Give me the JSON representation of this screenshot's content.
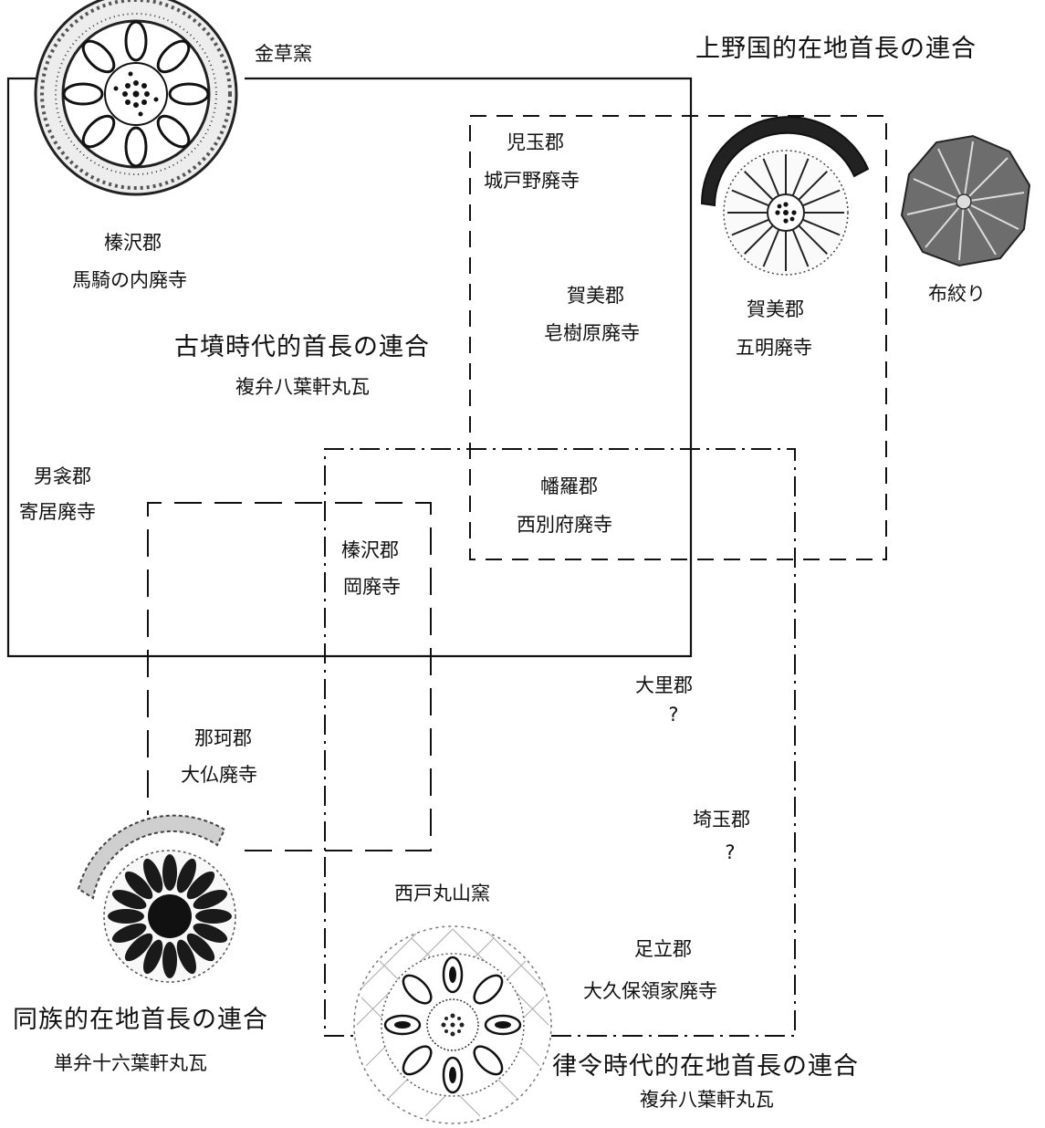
{
  "groups": {
    "kofun": {
      "title": "古墳時代的首長の連合",
      "subtitle": "複弁八葉軒丸瓦",
      "kiln": "金草窯"
    },
    "kozuke": {
      "title": "上野国的在地首長の連合",
      "tile_note": "布絞り"
    },
    "dozoku": {
      "title": "同族的在地首長の連合",
      "subtitle": "単弁十六葉軒丸瓦"
    },
    "ritsuryo": {
      "title": "律令時代的在地首長の連合",
      "subtitle": "複弁八葉軒丸瓦",
      "kiln": "西戸丸山窯"
    }
  },
  "sites": {
    "umanouchi": {
      "gun": "榛沢郡",
      "temple": "馬騎の内廃寺"
    },
    "kidono": {
      "gun": "児玉郡",
      "temple": "城戸野廃寺"
    },
    "yumiki": {
      "gun": "賀美郡",
      "temple": "皂樹原廃寺"
    },
    "gomyo": {
      "gun": "賀美郡",
      "temple": "五明廃寺"
    },
    "yorii": {
      "gun": "男衾郡",
      "temple": "寄居廃寺"
    },
    "nishibeppu": {
      "gun": "幡羅郡",
      "temple": "西別府廃寺"
    },
    "oka": {
      "gun": "榛沢郡",
      "temple": "岡廃寺"
    },
    "osato": {
      "gun": "大里郡",
      "temple": "?"
    },
    "daibutsu": {
      "gun": "那珂郡",
      "temple": "大仏廃寺"
    },
    "sakitama": {
      "gun": "埼玉郡",
      "temple": "?"
    },
    "okubo": {
      "gun": "足立郡",
      "temple": "大久保領家廃寺"
    }
  },
  "tile_images": [
    {
      "name": "roof-tile-umanouchi",
      "type": "compound-eight-petal"
    },
    {
      "name": "roof-tile-gomyo",
      "type": "compound-eight-petal-fragment"
    },
    {
      "name": "roof-tile-cloth-pressed",
      "type": "cloth-pressed-fragment"
    },
    {
      "name": "roof-tile-single-sixteen",
      "type": "single-sixteen-petal"
    },
    {
      "name": "roof-tile-nishitomaruyama",
      "type": "compound-eight-petal-sketch"
    }
  ]
}
